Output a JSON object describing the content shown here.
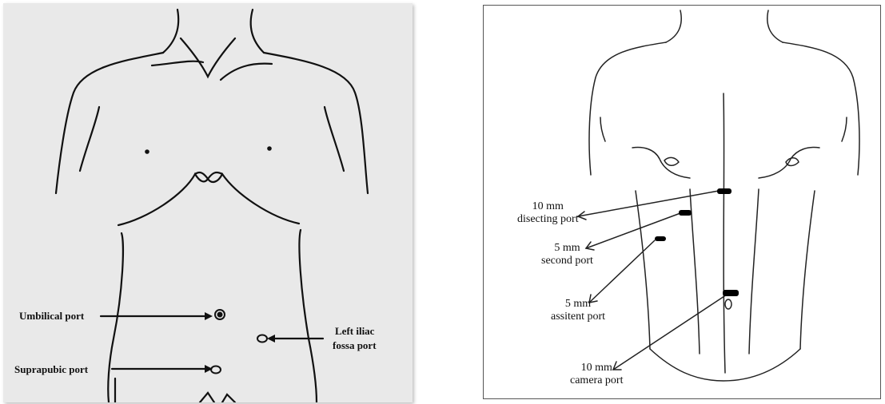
{
  "left": {
    "labels": {
      "umbilical": "Umbilical port",
      "left_iliac_1": "Left iliac",
      "left_iliac_2": "fossa port",
      "suprapubic": "Suprapubic port"
    }
  },
  "right": {
    "labels": {
      "disecting_1": "10 mm",
      "disecting_2": "disecting port",
      "second_1": "5 mm",
      "second_2": "second port",
      "assitent_1": "5 mm",
      "assitent_2": "assitent port",
      "camera_1": "10 mm",
      "camera_2": "camera port"
    }
  },
  "colors": {
    "left_bg": "#e9e9e9",
    "right_bg": "#ffffff",
    "ink": "#111111"
  }
}
